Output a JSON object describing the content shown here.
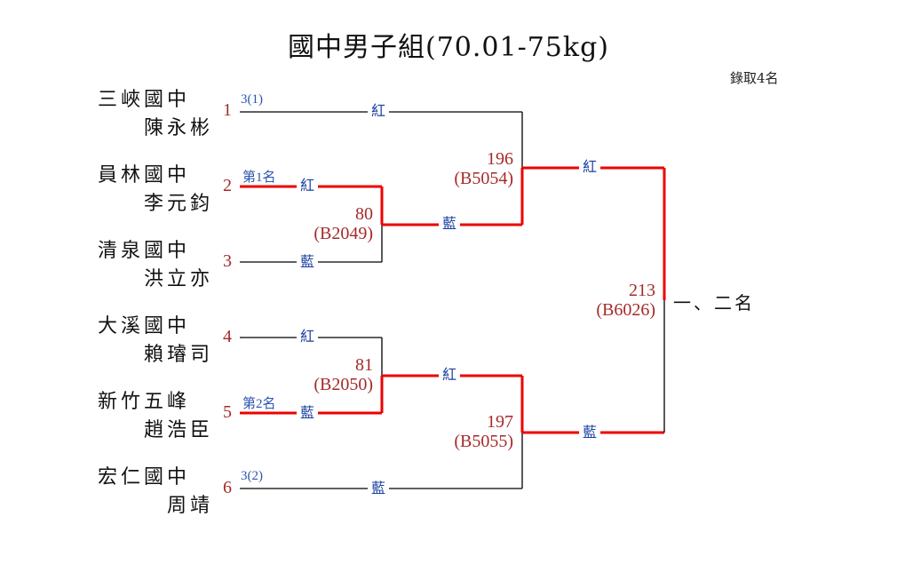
{
  "title": "國中男子組(70.01-75kg)",
  "note": "錄取4名",
  "colors": {
    "winner_line": "#ee0000",
    "line": "#000000",
    "match_text": "#a52a2a",
    "corner_text": "#1a3fa0"
  },
  "competitors": [
    {
      "seed": "1",
      "school": "三峽國中",
      "name": "陳永彬",
      "result": "3(1)"
    },
    {
      "seed": "2",
      "school": "員林國中",
      "name": "李元鈞",
      "result": "第1名"
    },
    {
      "seed": "3",
      "school": "清泉國中",
      "name": "洪立亦",
      "result": ""
    },
    {
      "seed": "4",
      "school": "大溪國中",
      "name": "賴璿司",
      "result": ""
    },
    {
      "seed": "5",
      "school": "新竹五峰",
      "name": "趙浩臣",
      "result": "第2名"
    },
    {
      "seed": "6",
      "school": "宏仁國中",
      "name": "周靖",
      "result": "3(2)"
    }
  ],
  "matches": [
    {
      "id": "m80",
      "number": "80",
      "code": "(B2049)",
      "red": "紅",
      "blue": "藍"
    },
    {
      "id": "m81",
      "number": "81",
      "code": "(B2050)",
      "red": "紅",
      "blue": "藍"
    },
    {
      "id": "m196",
      "number": "196",
      "code": "(B5054)",
      "red": "紅",
      "blue": "藍"
    },
    {
      "id": "m197",
      "number": "197",
      "code": "(B5055)",
      "red": "紅",
      "blue": "藍"
    },
    {
      "id": "m213",
      "number": "213",
      "code": "(B6026)",
      "red": "紅",
      "blue": "藍"
    }
  ],
  "final_label": "一、二名"
}
